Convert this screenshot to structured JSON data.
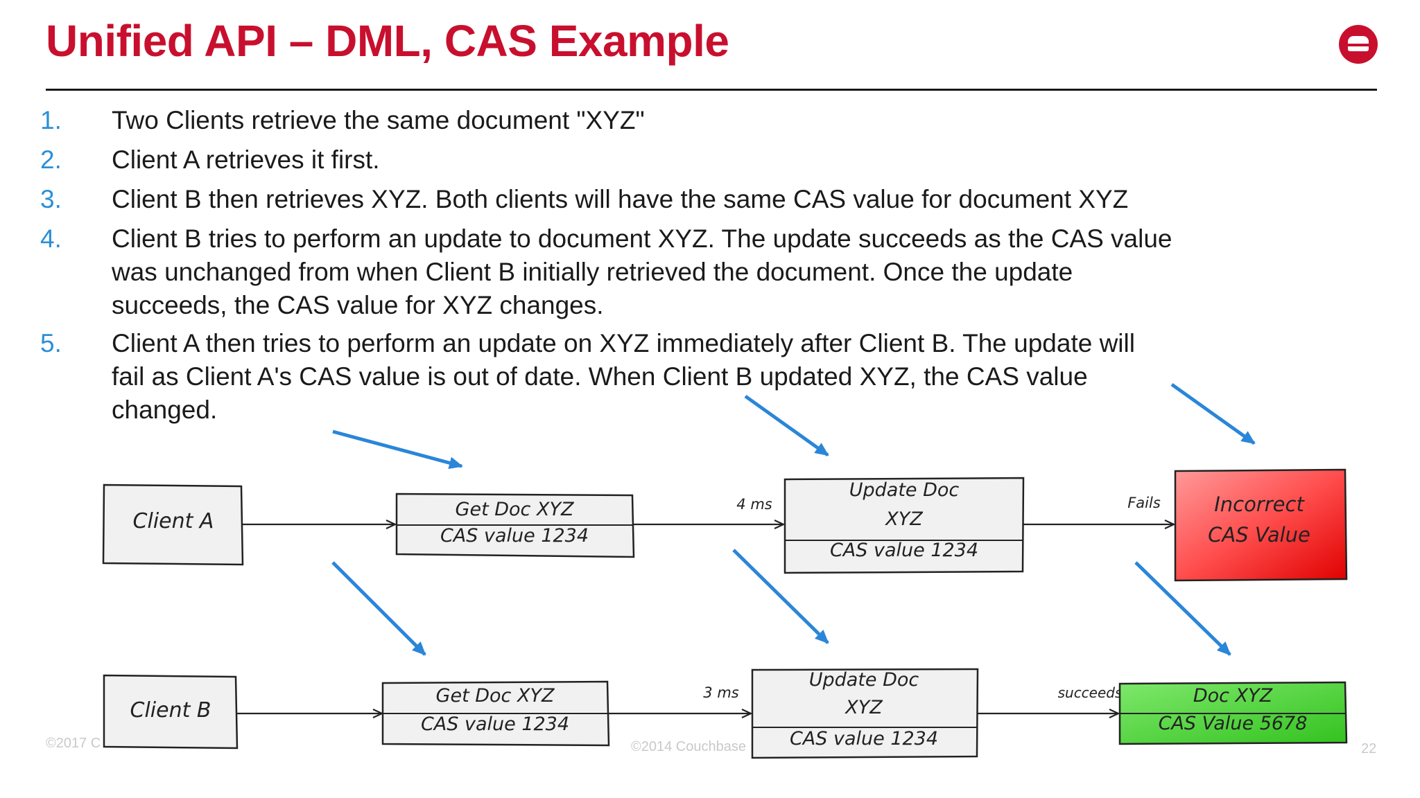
{
  "header": {
    "title": "Unified API – DML, CAS Example",
    "logo_icon": "couchbase-logo",
    "accent_color": "#c8102e"
  },
  "steps": [
    {
      "number": "1.",
      "lines": [
        "Two Clients retrieve the same document \"XYZ\""
      ]
    },
    {
      "number": "2.",
      "lines": [
        "Client A retrieves it first."
      ]
    },
    {
      "number": "3.",
      "lines": [
        "Client B then retrieves XYZ.  Both clients will have the same CAS value for document XYZ"
      ]
    },
    {
      "number": "4.",
      "lines": [
        "Client B tries to perform an update to document XYZ.  The update succeeds as the CAS value",
        "was unchanged from when Client B initially retrieved the document.  Once the update",
        "succeeds, the CAS value for XYZ changes."
      ]
    },
    {
      "number": "5.",
      "lines": [
        "Client A then tries to perform an update on XYZ immediately after Client B.  The update will",
        "fail as Client A's CAS value is out of date.   When Client B updated XYZ, the CAS value",
        "changed."
      ]
    }
  ],
  "diagram": {
    "row_a": {
      "client": "Client A",
      "get": {
        "line1": "Get Doc XYZ",
        "line2": "CAS value 1234"
      },
      "delay": "4 ms",
      "update": {
        "line1": "Update Doc",
        "line2": "XYZ",
        "line3": "CAS value 1234"
      },
      "outcome_label": "Fails",
      "result": {
        "line1": "Incorrect",
        "line2": "CAS Value",
        "color": "#ff3b3b"
      }
    },
    "row_b": {
      "client": "Client B",
      "get": {
        "line1": "Get Doc XYZ",
        "line2": "CAS value 1234"
      },
      "delay": "3 ms",
      "update": {
        "line1": "Update Doc",
        "line2": "XYZ",
        "line3": "CAS value 1234"
      },
      "outcome_label": "succeeds",
      "result": {
        "line1": "Doc XYZ",
        "line2": "CAS Value 5678",
        "color": "#4cd13a"
      }
    },
    "pointer_color": "#2a86d8"
  },
  "footer": {
    "left": "©2017 C",
    "center": "©2014 Couchbase",
    "page": "22"
  }
}
